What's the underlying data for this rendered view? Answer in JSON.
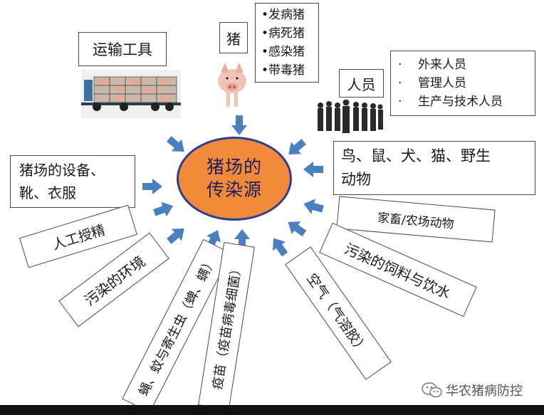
{
  "center": {
    "line1": "猪场的",
    "line2": "传染源"
  },
  "transport": {
    "label": "运输工具"
  },
  "pig": {
    "label": "猪",
    "items": [
      "•发病猪",
      "•病死猪",
      "•感染猪",
      "•带毒猪"
    ]
  },
  "people": {
    "label": "人员",
    "items": [
      "外来人员",
      "管理人员",
      "生产与技术人员"
    ],
    "bullet": "·"
  },
  "equipment": {
    "line1": "猪场的设备、",
    "line2": "靴、衣服"
  },
  "wildlife": {
    "line1": "鸟、鼠、犬、猫、野生",
    "line2": "动物"
  },
  "livestock": {
    "label": "家畜/农场动物"
  },
  "insemination": {
    "label": "人工授精"
  },
  "feed": {
    "label": "污染的饲料与饮水"
  },
  "environment": {
    "label": "污染的环境"
  },
  "air": {
    "label": "空气（气溶胶）"
  },
  "insects": {
    "label": "蝇、蚊与寄生虫（蜱、螨）"
  },
  "vaccine": {
    "label": "疫苗（疫苗病毒细菌）"
  },
  "watermark": {
    "text": "华农猪病防控"
  },
  "colors": {
    "arrow": "#4a7fc0",
    "ellipse": "#f28a3c",
    "ellipse_border": "#2e3e8c"
  }
}
